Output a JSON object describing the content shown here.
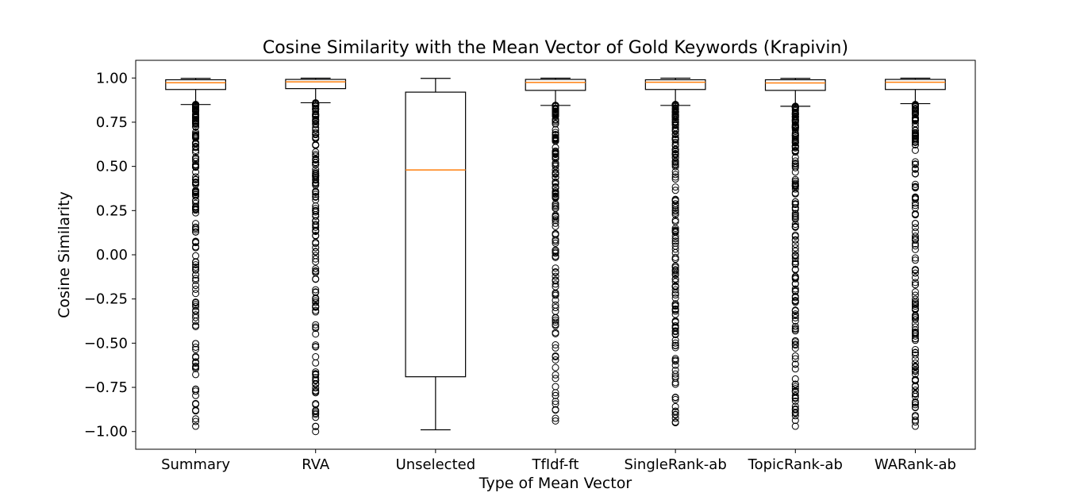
{
  "chart_data": {
    "type": "box",
    "title": "Cosine Similarity with the Mean Vector of Gold Keywords (Krapivin)",
    "xlabel": "Type of Mean Vector",
    "ylabel": "Cosine Similarity",
    "ylim": [
      -1.1,
      1.1
    ],
    "yticks": [
      "1.00",
      "0.75",
      "0.50",
      "0.25",
      "0.00",
      "−0.25",
      "−0.50",
      "−0.75",
      "−1.00"
    ],
    "ytick_values": [
      1.0,
      0.75,
      0.5,
      0.25,
      0.0,
      -0.25,
      -0.5,
      -0.75,
      -1.0
    ],
    "grid": false,
    "colors": {
      "box": "#000000",
      "median": "#ff7f0e",
      "flier": "#000000"
    },
    "categories": [
      "Summary",
      "RVA",
      "Unselected",
      "TfIdf-ft",
      "SingleRank-ab",
      "TopicRank-ab",
      "WARank-ab"
    ],
    "boxes": [
      {
        "name": "Summary",
        "whisker_low": 0.85,
        "q1": 0.935,
        "median": 0.973,
        "q3": 0.99,
        "whisker_high": 0.998,
        "flier_min": -0.97,
        "flier_max": 0.85,
        "flier_count": 160
      },
      {
        "name": "RVA",
        "whisker_low": 0.86,
        "q1": 0.94,
        "median": 0.978,
        "q3": 0.992,
        "whisker_high": 0.999,
        "flier_min": -1.0,
        "flier_max": 0.86,
        "flier_count": 150
      },
      {
        "name": "Unselected",
        "whisker_low": -0.99,
        "q1": -0.69,
        "median": 0.48,
        "q3": 0.92,
        "whisker_high": 0.998,
        "flier_min": null,
        "flier_max": null,
        "flier_count": 0
      },
      {
        "name": "TfIdf-ft",
        "whisker_low": 0.845,
        "q1": 0.93,
        "median": 0.975,
        "q3": 0.992,
        "whisker_high": 0.999,
        "flier_min": -0.94,
        "flier_max": 0.845,
        "flier_count": 150
      },
      {
        "name": "SingleRank-ab",
        "whisker_low": 0.845,
        "q1": 0.935,
        "median": 0.976,
        "q3": 0.99,
        "whisker_high": 0.999,
        "flier_min": -0.95,
        "flier_max": 0.85,
        "flier_count": 170
      },
      {
        "name": "TopicRank-ab",
        "whisker_low": 0.84,
        "q1": 0.93,
        "median": 0.972,
        "q3": 0.99,
        "whisker_high": 0.998,
        "flier_min": -0.97,
        "flier_max": 0.84,
        "flier_count": 170
      },
      {
        "name": "WARank-ab",
        "whisker_low": 0.855,
        "q1": 0.935,
        "median": 0.976,
        "q3": 0.992,
        "whisker_high": 0.999,
        "flier_min": -0.97,
        "flier_max": 0.85,
        "flier_count": 160
      }
    ]
  }
}
